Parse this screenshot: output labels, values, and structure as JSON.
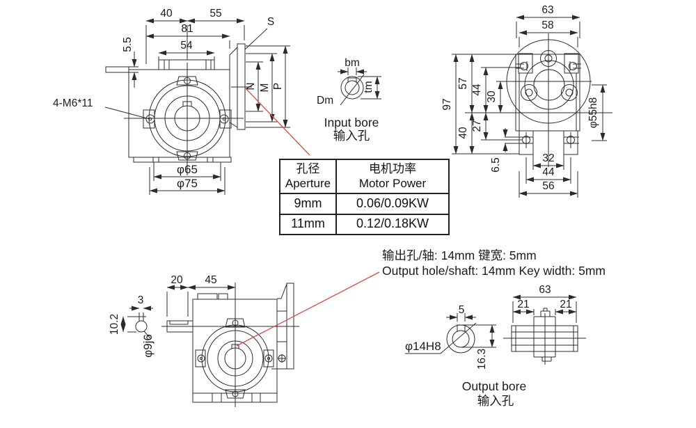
{
  "palette": {
    "line_color": "#2b2b2b",
    "leader_red": "#d84a48",
    "background": "#ffffff"
  },
  "front_view": {
    "dim_40": "40",
    "dim_55": "55",
    "dim_81": "81",
    "dim_54": "54",
    "dim_5_5": "5.5",
    "bolt_note": "4-M6*11",
    "s_label": "S",
    "dim_n": "N",
    "dim_m": "M",
    "dim_p": "P",
    "dia_65": "φ65",
    "dia_75": "φ75"
  },
  "input_bore_detail": {
    "dim_bm": "bm",
    "dim_tm": "tm",
    "dim_dm": "Dm",
    "caption_en": "Input bore",
    "caption_cn": "输入孔"
  },
  "side_view": {
    "dim_63": "63",
    "dim_58": "58",
    "dim_97": "97",
    "dim_57": "57",
    "dim_44_upper": "44",
    "dim_30": "30",
    "dim_40": "40",
    "dim_27": "27",
    "dim_6_5": "6.5",
    "dim_32": "32",
    "dim_44_lower": "44",
    "dim_56": "56",
    "dia_55": "φ55h8"
  },
  "table": {
    "header": {
      "col1_cn": "孔径",
      "col1_en": "Aperture",
      "col2_cn": "电机功率",
      "col2_en": "Motor Power"
    },
    "rows": [
      {
        "aperture": "9mm",
        "power": "0.06/0.09KW"
      },
      {
        "aperture": "11mm",
        "power": "0.12/0.18KW"
      }
    ]
  },
  "bottom_side_view": {
    "dim_20": "20",
    "dim_45": "45",
    "dim_3": "3",
    "dim_10_2": "10.2",
    "dia_9": "φ9j6"
  },
  "output_note": {
    "line_cn": "输出孔/轴: 14mm 键宽: 5mm",
    "line_en": "Output hole/shaft: 14mm Key width: 5mm"
  },
  "output_bore_detail": {
    "dim_5": "5",
    "dia_14": "φ14H8",
    "dim_16_3": "16.3",
    "caption_en": "Output bore",
    "caption_cn": "输入孔"
  },
  "output_shaft_view": {
    "dim_63": "63",
    "dim_21_left": "21",
    "dim_21_right": "21"
  }
}
